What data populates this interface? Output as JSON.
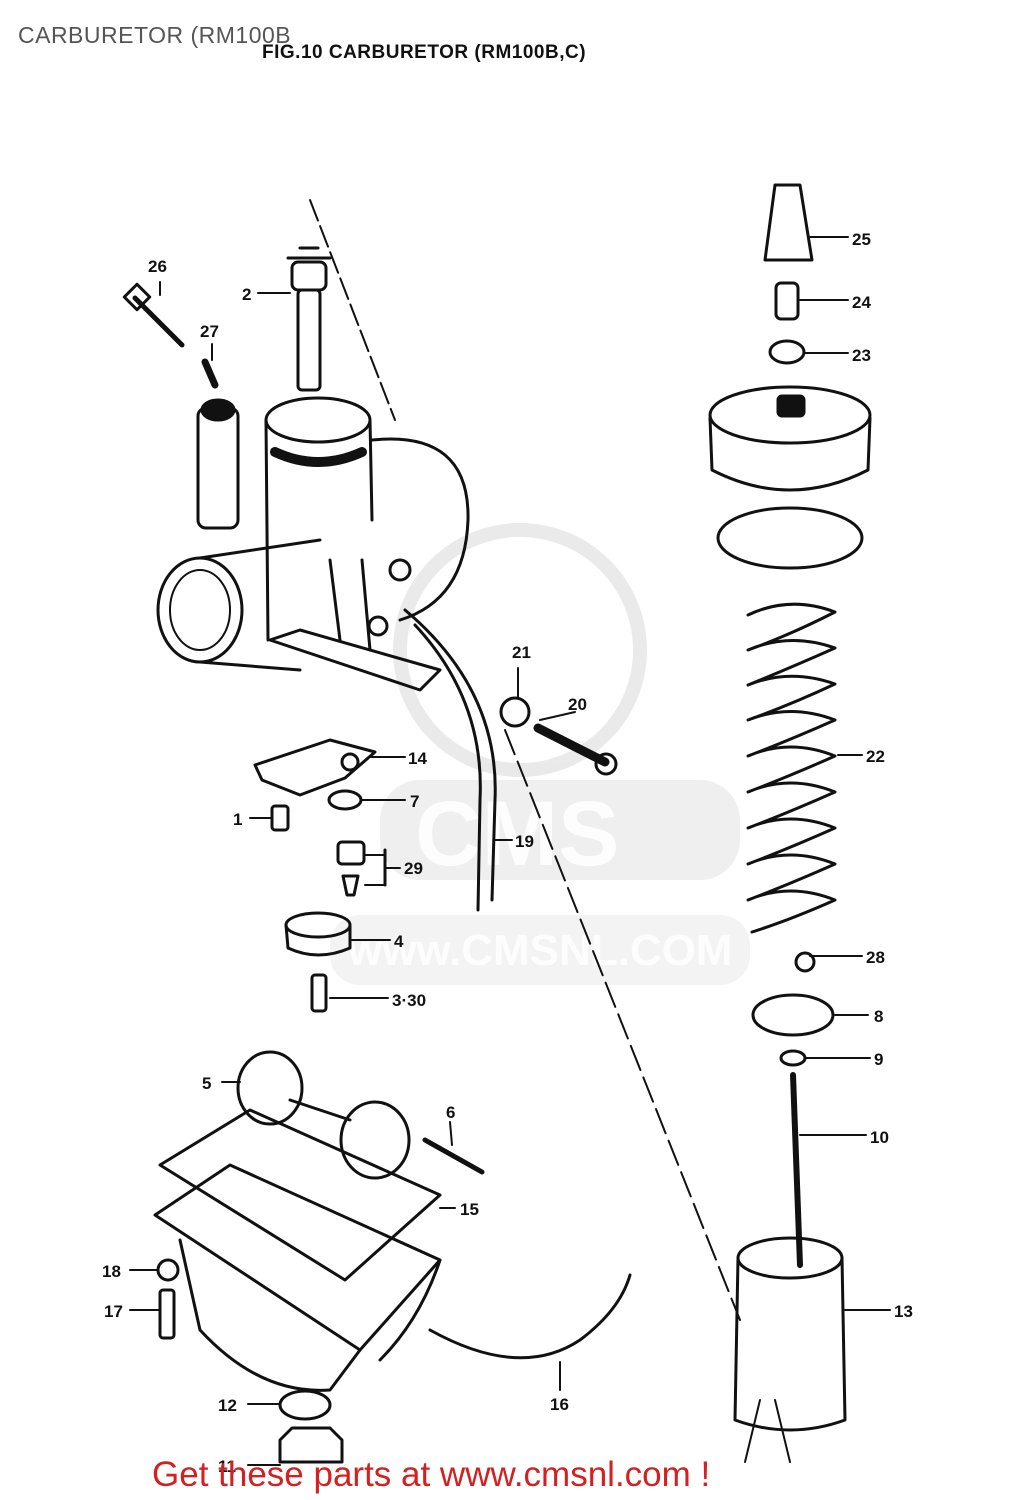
{
  "page": {
    "title": "CARBURETOR (RM100B",
    "figure_title": "FIG.10   CARBURETOR (RM100B,C)",
    "footer_link": "Get these parts at www.cmsnl.com !",
    "footer_color": "#d42020"
  },
  "watermark": {
    "text": "www.CMSNL.COM",
    "logo_text": "CMS"
  },
  "callouts": {
    "c1": "1",
    "c2": "2",
    "c3": "3·30",
    "c4": "4",
    "c5": "5",
    "c6": "6",
    "c7": "7",
    "c8": "8",
    "c9": "9",
    "c10": "10",
    "c11": "11",
    "c12": "12",
    "c13": "13",
    "c14": "14",
    "c15": "15",
    "c16": "16",
    "c17": "17",
    "c18": "18",
    "c19": "19",
    "c20": "20",
    "c21": "21",
    "c22": "22",
    "c23": "23",
    "c24": "24",
    "c25": "25",
    "c26": "26",
    "c27": "27",
    "c28": "28",
    "c29": "29"
  }
}
